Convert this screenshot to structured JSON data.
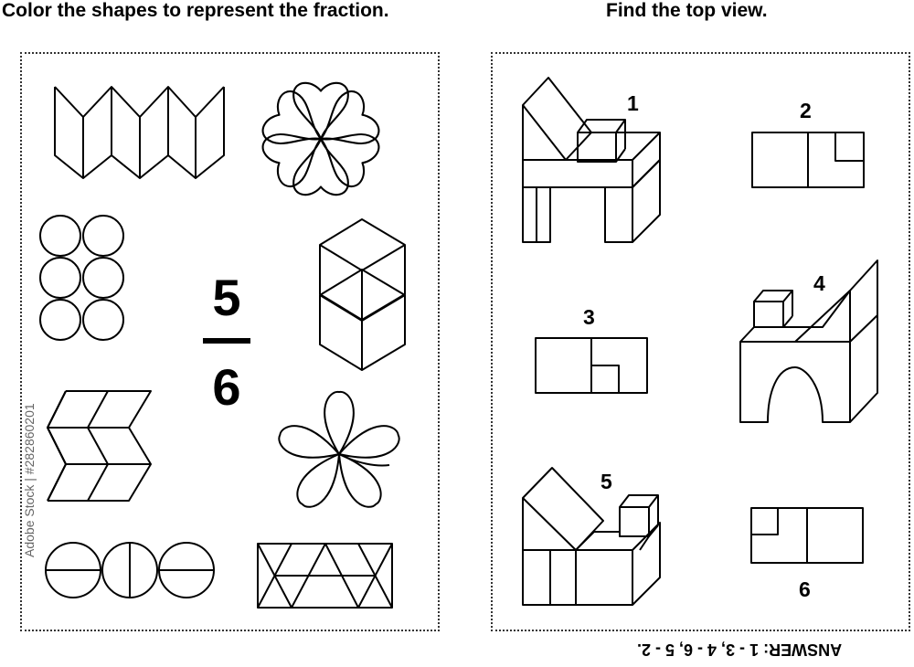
{
  "left_heading": "Color the shapes to represent the fraction.",
  "right_heading": "Find the top view.",
  "fraction": {
    "numerator": "5",
    "denominator": "6"
  },
  "labels": [
    "1",
    "2",
    "3",
    "4",
    "5",
    "6"
  ],
  "answer": "ANSWER: 1 - 3, 4 - 6, 5 - 2.",
  "credit": "Adobe Stock | #282860201"
}
